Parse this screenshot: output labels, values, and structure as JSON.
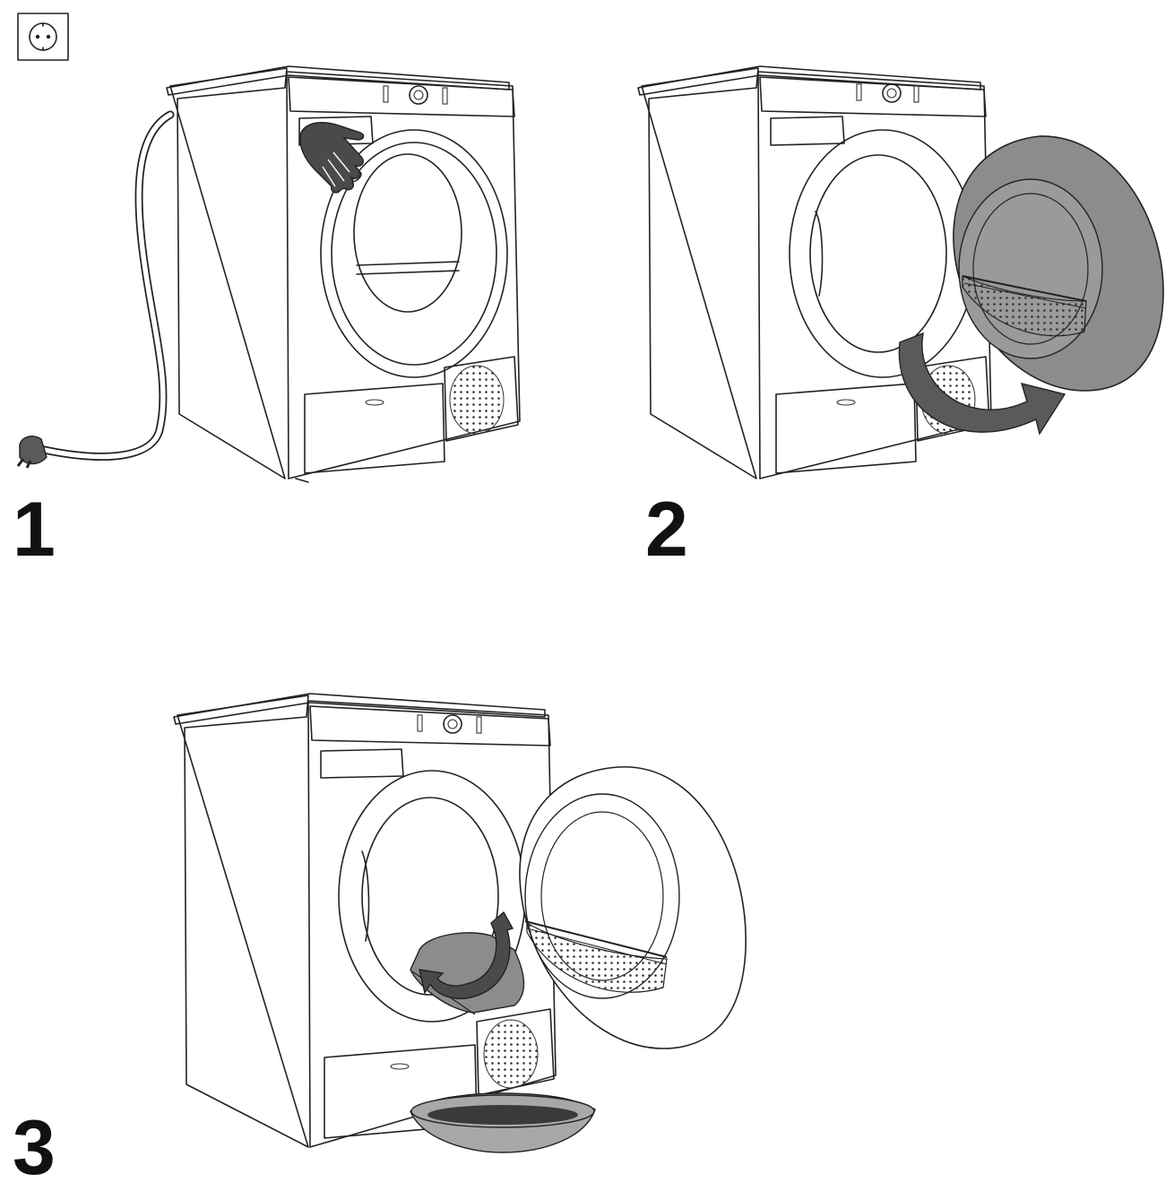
{
  "steps": [
    {
      "number": "1",
      "action": "unplug-and-open"
    },
    {
      "number": "2",
      "action": "open-door"
    },
    {
      "number": "3",
      "action": "empty-water-container"
    }
  ],
  "icons": {
    "power_socket": "socket-icon",
    "hand": "hand-icon",
    "rotate_arrow": "curved-arrow-icon"
  },
  "colors": {
    "line": "#222222",
    "fill_dark": "#5a5a5a",
    "fill_mid": "#8c8c8c",
    "fill_light": "#a8a8a8"
  }
}
